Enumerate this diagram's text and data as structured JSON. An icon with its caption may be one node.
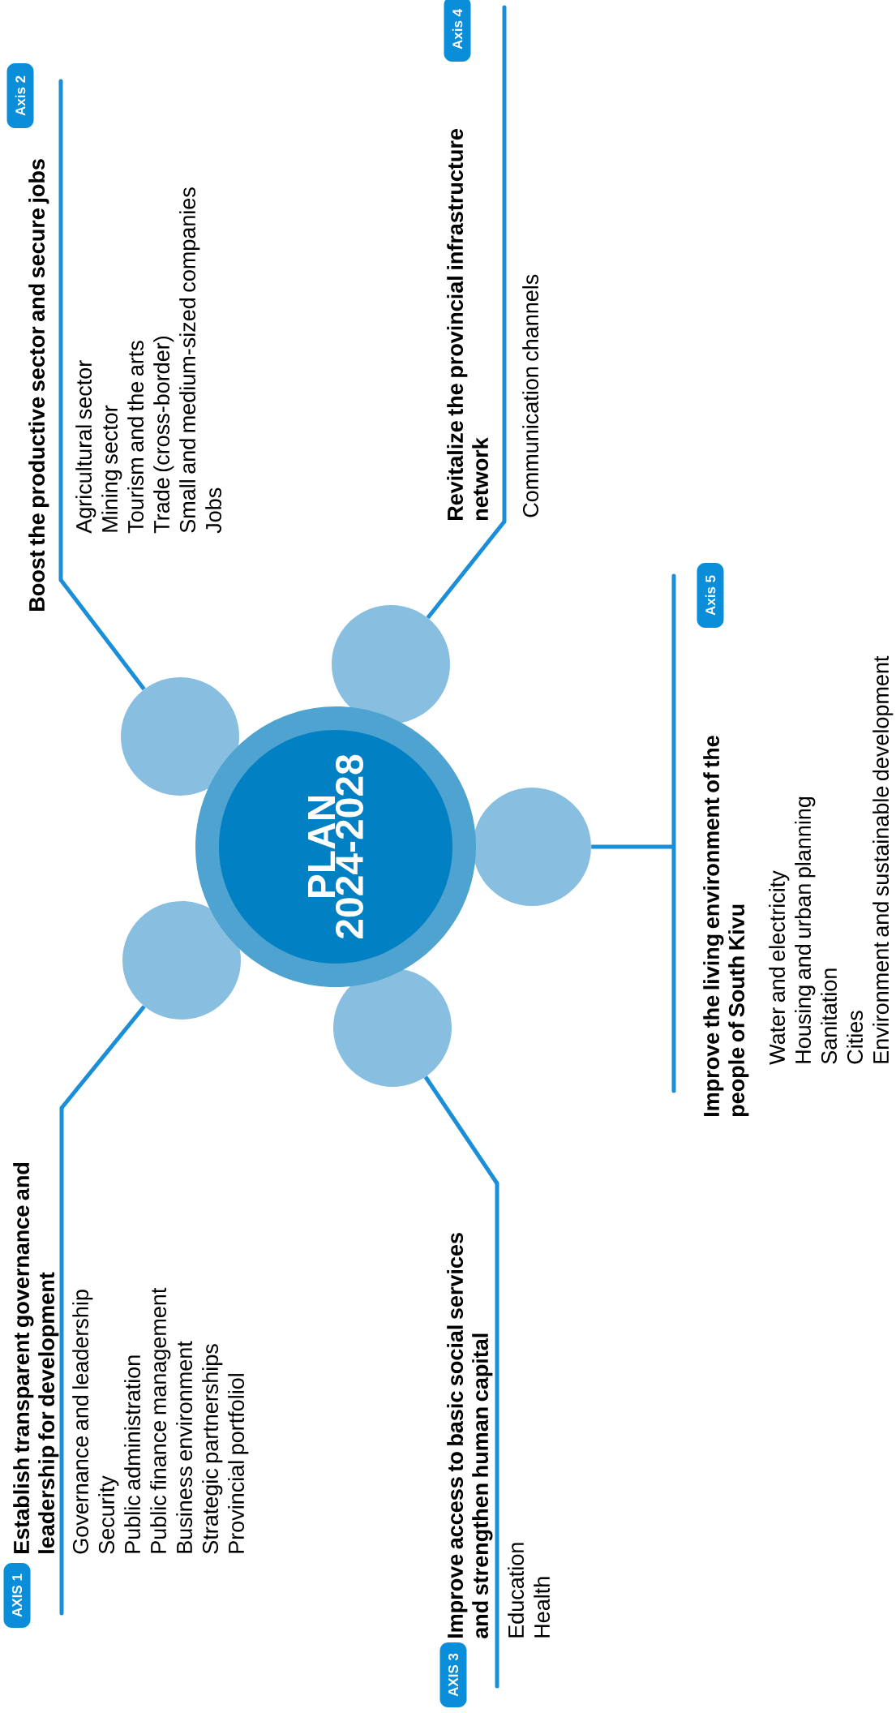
{
  "diagram": {
    "nodes": [
      {
        "text": [
          "PLAN 2024-2028"
        ]
      },
      {
        "text": [],
        "shape": "circle"
      },
      {
        "text": [],
        "shape": "circle"
      },
      {
        "text": [],
        "shape": "circle"
      },
      {
        "text": [],
        "shape": "circle"
      },
      {
        "text": [],
        "shape": "circle"
      },
      {
        "text": [
          "AXIS 1"
        ]
      },
      {
        "text": [
          "Establish transparent governance and leadership for development",
          "Governance and leadership",
          "Security",
          "Public administration",
          "Public finance management",
          "Business environment",
          "Strategic partnerships",
          "Provincial portfoliol"
        ]
      },
      {
        "text": [
          "Axis 2"
        ]
      },
      {
        "text": [
          "Boost the productive sector and secure jobs",
          "Agricultural sector",
          "Mining sector",
          "Tourism and the arts",
          "Trade (cross-border)",
          "Small and medium-sized companies",
          "Jobs"
        ]
      },
      {
        "text": [
          "AXIS 3"
        ]
      },
      {
        "text": [
          "Improve access to basic social services and strengthen human capital",
          "Education",
          "Health"
        ]
      },
      {
        "text": [
          "Axis 4"
        ]
      },
      {
        "text": [
          "Revitalize the provincial infrastructure network",
          "Communication channels"
        ]
      },
      {
        "text": [
          "Axis 5"
        ]
      },
      {
        "text": [
          "Improve the living environment of the people of South Kivu",
          "Water and electricity",
          "Housing and urban planning",
          "Sanitation",
          "Cities",
          "Environment and sustainable development"
        ]
      }
    ],
    "edges": [
      {
        "from": 2,
        "to": 7,
        "arrow": "none"
      },
      {
        "from": 1,
        "to": 9,
        "arrow": "none"
      },
      {
        "from": 4,
        "to": 11,
        "arrow": "none"
      },
      {
        "from": 3,
        "to": 13,
        "arrow": "none"
      },
      {
        "from": 5,
        "to": 15,
        "arrow": "none"
      }
    ]
  }
}
